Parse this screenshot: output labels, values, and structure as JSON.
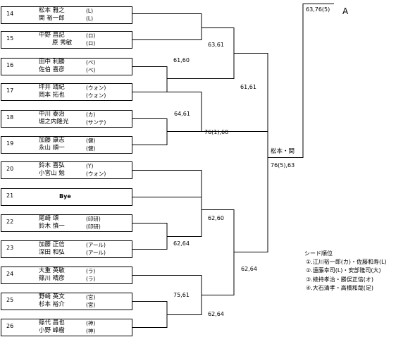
{
  "entries": [
    {
      "no": "14",
      "p1": "松本 雅之",
      "a1": "(L)",
      "p2": "関 裕一郎",
      "a2": "(L)"
    },
    {
      "no": "15",
      "p1": "中野 昌記",
      "a1": "(ロ)",
      "p2": "原 秀敏",
      "a2": "(ロ)"
    },
    {
      "no": "16",
      "p1": "田中 利勝",
      "a1": "(ベ)",
      "p2": "佐伯 喜彦",
      "a2": "(ベ)"
    },
    {
      "no": "17",
      "p1": "坪井 靖紀",
      "a1": "(ウォン)",
      "p2": "岡本 拓也",
      "a2": "(ウォン)"
    },
    {
      "no": "18",
      "p1": "中川 泰治",
      "a1": "(カ)",
      "p2": "堀之内隆光",
      "a2": "(サンテ)"
    },
    {
      "no": "19",
      "p1": "加藤 康志",
      "a1": "(健)",
      "p2": "永山 順一",
      "a2": "(健)"
    },
    {
      "no": "20",
      "p1": "鈴木 喜弘",
      "a1": "(Y)",
      "p2": "小宮山 勉",
      "a2": "(ウォン)"
    },
    {
      "no": "21",
      "bye": "Bye"
    },
    {
      "no": "22",
      "p1": "尾崎 頌",
      "a1": "(印研)",
      "p2": "鈴木 慎一",
      "a2": "(印研)"
    },
    {
      "no": "23",
      "p1": "加藤 正信",
      "a1": "(アール)",
      "p2": "深田 和弘",
      "a2": "(アール)"
    },
    {
      "no": "24",
      "p1": "大重 英敏",
      "a1": "(ラ)",
      "p2": "篠川 晴彦",
      "a2": "(ラ)"
    },
    {
      "no": "25",
      "p1": "野崎 英文",
      "a1": "(宮)",
      "p2": "杉本 裕介",
      "a2": "(宮)"
    },
    {
      "no": "26",
      "p1": "篠代 昌也",
      "a1": "(神)",
      "p2": "小野 峰樹",
      "a2": "(神)"
    }
  ],
  "scores": {
    "m15_16": "61,60",
    "m14_1516": "63,61",
    "m17_18": "64,61",
    "m1718_19": "76(1),60",
    "top_semi": "61,61",
    "m22_23": "62,64",
    "m21_2223": "62,60",
    "m25_26": "75,61",
    "m24_2526": "62,64",
    "bottom_semi": "62,64",
    "block_final": "76(5),63",
    "final": "63,76(5)"
  },
  "winner": "松本・関",
  "block_letter": "A",
  "seeds": {
    "title": "シード順位",
    "items": [
      "①.江川裕一郎(カ)・佐藤和寿(L)",
      "②.遠藤幸司(L)・安部隆司(大)",
      "③.綾持孝治・勝俣正信(オ)",
      "④.大石清孝・高橋和哉(足)"
    ]
  }
}
